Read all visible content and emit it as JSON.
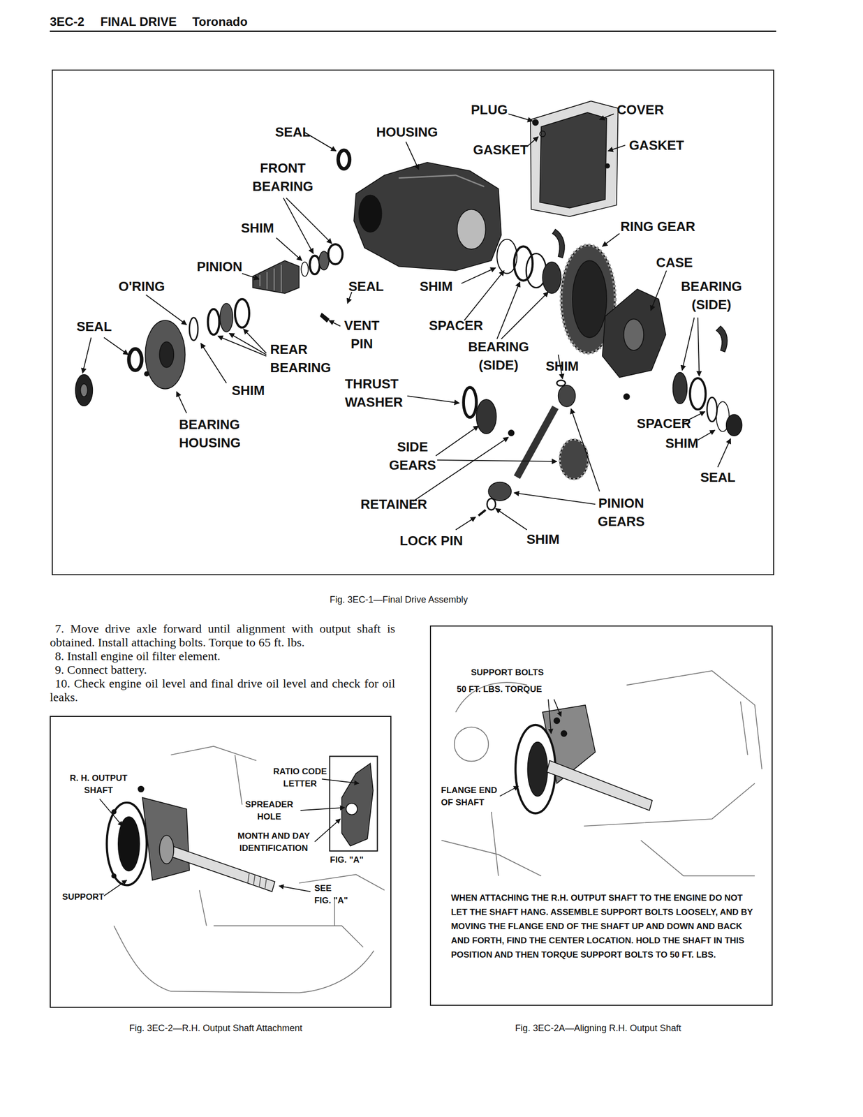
{
  "diagram": {
    "nodes": [
      {
        "text": [
          "PLUG",
          "COVER",
          "SEAL",
          "HOUSING",
          "GASKET",
          "GASKET",
          "FRONT BEARING",
          "SHIM",
          "RING GEAR",
          "PINION",
          "CASE",
          "O'RING",
          "SEAL",
          "SHIM",
          "BEARING (SIDE)",
          "SEAL",
          "VENT PIN",
          "SPACER",
          "REAR BEARING",
          "BEARING (SIDE)",
          "SHIM",
          "SHIM",
          "THRUST WASHER",
          "BEARING HOUSING",
          "SPACER",
          "SHIM",
          "SIDE GEARS",
          "SEAL",
          "RETAINER",
          "PINION GEARS",
          "LOCK PIN",
          "SHIM"
        ]
      },
      {
        "text": [
          "R. H. OUTPUT SHAFT",
          "RATIO CODE LETTER",
          "SPREADER HOLE",
          "MONTH AND DAY IDENTIFICATION",
          "FIG. \"A\"",
          "SUPPORT",
          "SEE FIG. \"A\""
        ]
      },
      {
        "text": [
          "SUPPORT BOLTS",
          "50 FT. LBS. TORQUE",
          "FLANGE END OF SHAFT",
          "WHEN ATTACHING THE R.H. OUTPUT SHAFT TO THE ENGINE DO NOT LET THE SHAFT HANG. ASSEMBLE SUPPORT BOLTS LOOSELY, AND BY MOVING THE FLANGE END OF THE SHAFT UP AND DOWN AND BACK AND FORTH, FIND THE CENTER LOCATION. HOLD THE SHAFT IN THIS POSITION AND THEN TORQUE SUPPORT BOLTS TO 50 FT. LBS."
        ]
      }
    ],
    "labels": [
      "3EC-2",
      "FINAL DRIVE",
      "Toronado",
      "Fig. 3EC-1—Final Drive Assembly",
      "7. Move drive axle forward until alignment with output shaft is obtained. Install attaching bolts. Torque to 65 ft. lbs.",
      "8. Install engine oil filter element.",
      "9. Connect battery.",
      "10. Check engine oil level and final drive oil level and check for oil leaks.",
      "Fig. 3EC-2—R.H. Output Shaft Attachment",
      "Fig. 3EC-2A—Aligning R.H. Output Shaft"
    ]
  }
}
